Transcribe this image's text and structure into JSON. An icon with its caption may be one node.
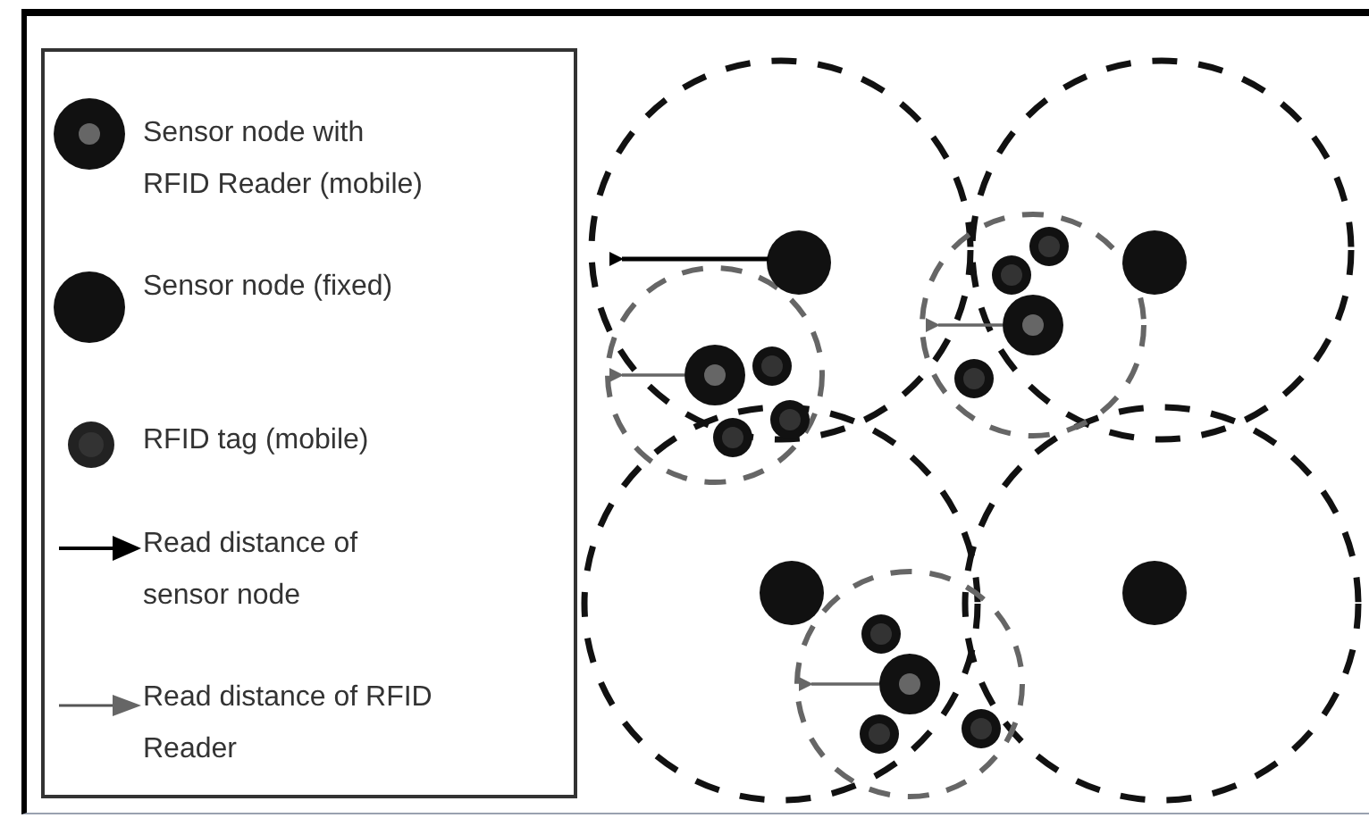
{
  "diagram": {
    "legend": [
      {
        "text": "Sensor node with RFID Reader (mobile)"
      },
      {
        "text": "Sensor node (fixed)"
      },
      {
        "text": "RFID tag (mobile)"
      },
      {
        "text": "Read distance of sensor node"
      },
      {
        "text": "Read distance of RFID Reader"
      }
    ]
  }
}
